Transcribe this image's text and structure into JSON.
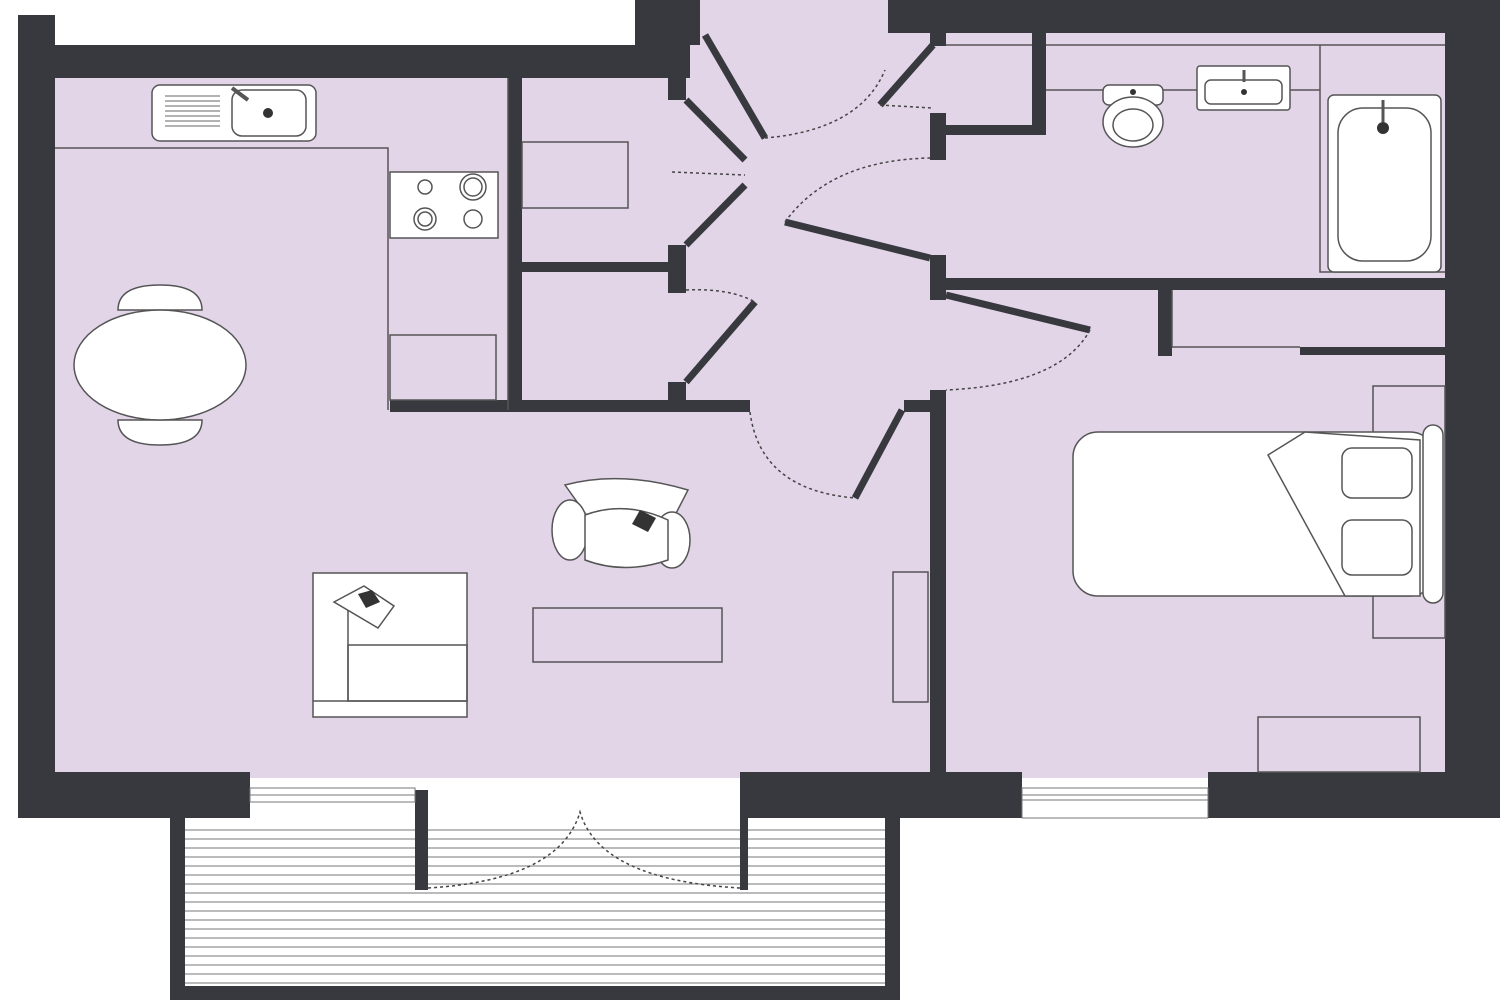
{
  "plan": {
    "colors": {
      "wall": "#38383f",
      "floor": "#e2d5e8",
      "furniture": "#ffffff",
      "background": "#ffffff"
    },
    "rooms": [
      "kitchen-living",
      "hallway",
      "store-1",
      "store-2",
      "bathroom",
      "bedroom",
      "balcony"
    ]
  }
}
